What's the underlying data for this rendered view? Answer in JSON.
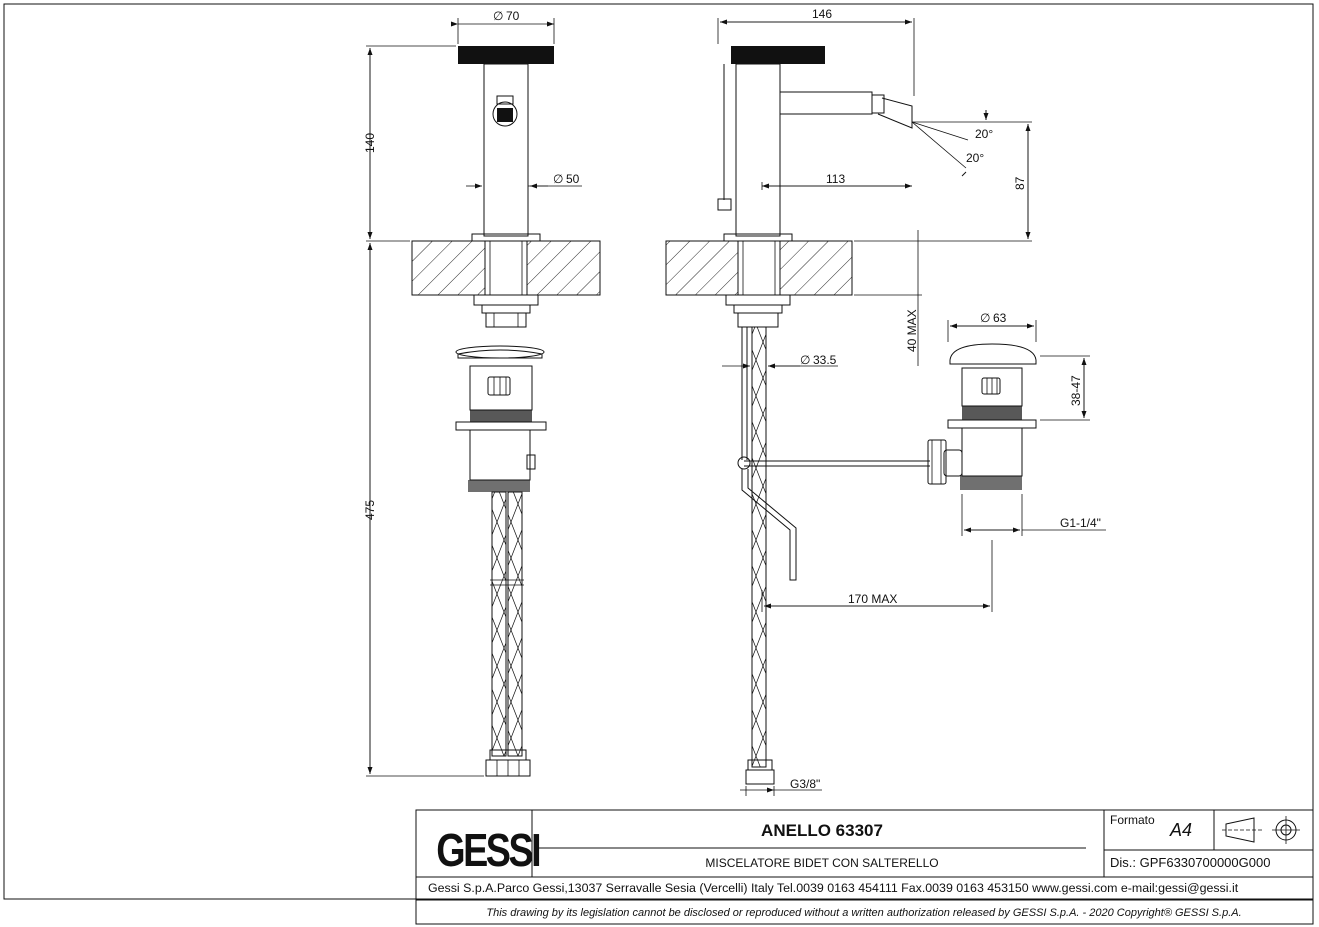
{
  "drawing": {
    "dims": {
      "d70": "70",
      "d146": "146",
      "d140": "140",
      "d50": "50",
      "d113": "113",
      "d87": "87",
      "a20_top": "20°",
      "a20_bot": "20°",
      "d475": "475",
      "max40": "40 MAX",
      "d63": "63",
      "d33_5": "33.5",
      "r38_47": "38-47",
      "g114": "G1-1/4\"",
      "max170": "170 MAX",
      "g38": "G3/8\""
    },
    "diameter_symbol": "∅"
  },
  "title_block": {
    "logo": "GESSI",
    "product_name": "ANELLO 63307",
    "description": "MISCELATORE BIDET CON SALTERELLO",
    "formato_label": "Formato",
    "formato_value": "A4",
    "dis_label": "Dis.: GPF6330700000G000",
    "company_line": "Gessi S.p.A.Parco Gessi,13037 Serravalle Sesia (Vercelli) Italy Tel.0039 0163 454111 Fax.0039 0163 453150 www.gessi.com e-mail:gessi@gessi.it",
    "legal_line": "This drawing by its legislation cannot be disclosed or reproduced without a written authorization released by GESSI S.p.A. - 2020 Copyright® GESSI S.p.A."
  },
  "colors": {
    "ink": "#111111",
    "fill_black": "#111111",
    "paper": "#ffffff"
  }
}
